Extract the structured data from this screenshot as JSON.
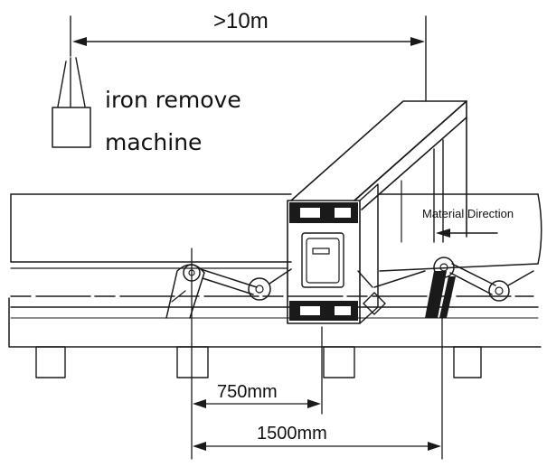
{
  "labels": {
    "distance_top": ">10m",
    "device_line1": "iron remove",
    "device_line2": "machine",
    "material_direction": "Material Direction",
    "dim_750": "750mm",
    "dim_1500": "1500mm"
  },
  "colors": {
    "line": "#1a1a1a",
    "background": "#ffffff"
  }
}
